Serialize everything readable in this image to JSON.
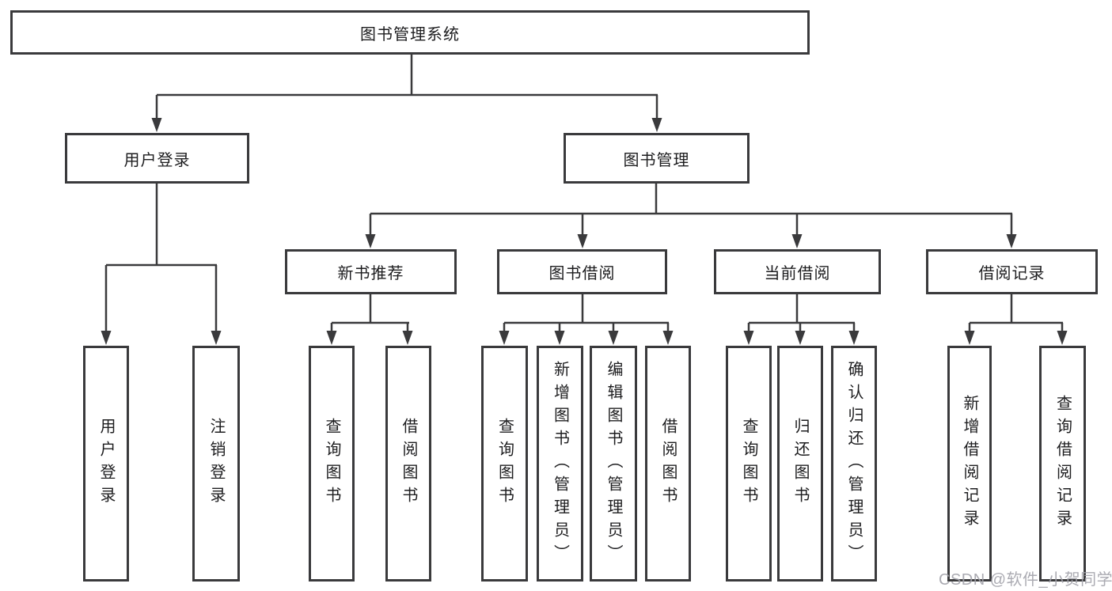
{
  "diagram": {
    "title": "图书管理系统",
    "nodes": {
      "root": "图书管理系统",
      "user_login": "用户登录",
      "book_mgmt": "图书管理",
      "new_book": "新书推荐",
      "book_borrow": "图书借阅",
      "current_borrow": "当前借阅",
      "borrow_records": "借阅记录",
      "user_login_children": [
        "用户登录",
        "注销登录"
      ],
      "new_book_children": [
        "查询图书",
        "借阅图书"
      ],
      "book_borrow_children": [
        "查询图书",
        "新增图书（管理员）",
        "编辑图书（管理员）",
        "借阅图书"
      ],
      "current_borrow_children": [
        "查询图书",
        "归还图书",
        "确认归还（管理员）"
      ],
      "borrow_records_children": [
        "新增借阅记录",
        "查询借阅记录"
      ]
    }
  },
  "watermark": "CSDN @软件_小贺同学",
  "colors": {
    "line": "#3a3a3c",
    "text": "#1d1d1f",
    "watermark": "#a2a2aa",
    "background": "#ffffff"
  }
}
